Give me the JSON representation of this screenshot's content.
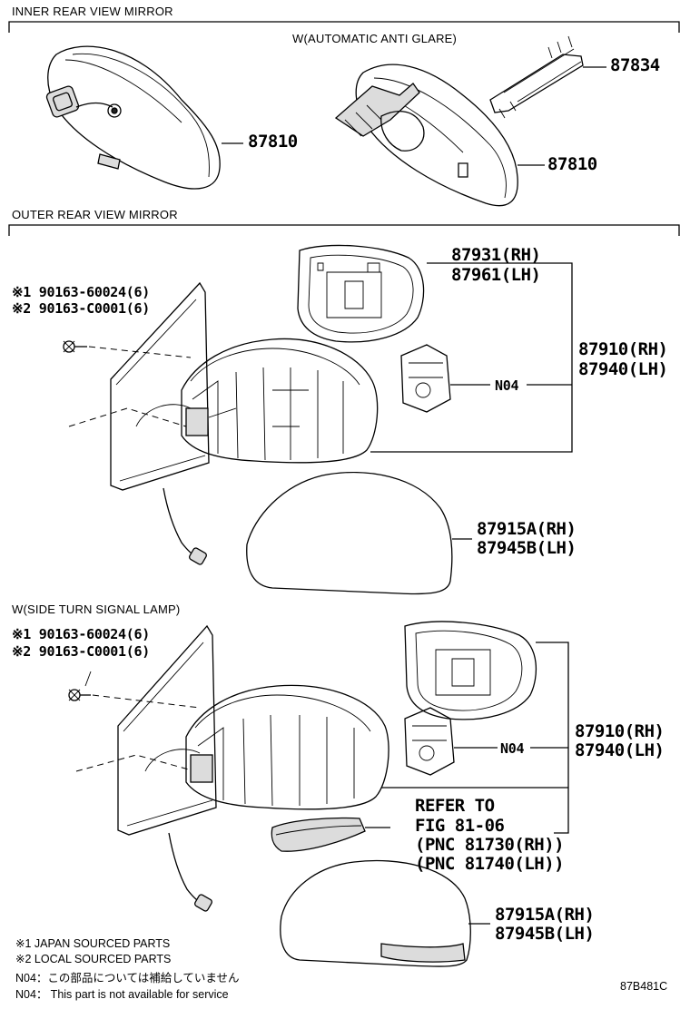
{
  "sections": {
    "inner_title": "INNER REAR VIEW MIRROR",
    "auto_anti_glare": "W(AUTOMATIC ANTI GLARE)",
    "outer_title": "OUTER REAR VIEW MIRROR",
    "side_turn": "W(SIDE TURN SIGNAL LAMP)"
  },
  "inner": {
    "part_left": "87810",
    "part_right": "87810",
    "part_bracket": "87834"
  },
  "outer": {
    "bolt1": "※1 90163-60024(6)",
    "bolt2": "※2 90163-C0001(6)",
    "glass_rh": "87931(RH)",
    "glass_lh": "87961(LH)",
    "assy_rh": "87910(RH)",
    "assy_lh": "87940(LH)",
    "n04": "N04",
    "cover_rh": "87915A(RH)",
    "cover_lh": "87945B(LH)"
  },
  "turn": {
    "bolt1": "※1 90163-60024(6)",
    "bolt2": "※2 90163-C0001(6)",
    "assy_rh": "87910(RH)",
    "assy_lh": "87940(LH)",
    "n04": "N04",
    "refer1": "REFER TO",
    "refer2": "FIG 81-06",
    "refer3": "(PNC 81730(RH))",
    "refer4": "(PNC 81740(LH))",
    "cover_rh": "87915A(RH)",
    "cover_lh": "87945B(LH)"
  },
  "notes": {
    "n1": "※1 JAPAN SOURCED PARTS",
    "n2": "※2 LOCAL SOURCED PARTS",
    "n3": "N04：この部品については補給していません",
    "n4": "N04： This part is not available for service",
    "code": "87B481C"
  }
}
